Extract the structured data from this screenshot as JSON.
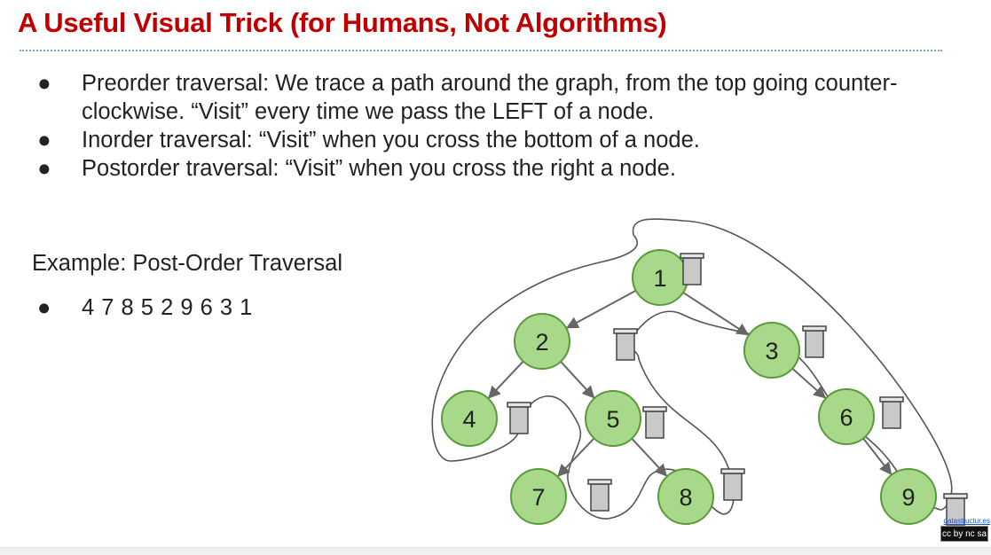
{
  "slide": {
    "title": "A Useful Visual Trick (for Humans, Not Algorithms)",
    "accent_color": "#c00000",
    "bullets": [
      "Preorder traversal: We trace a path around the graph, from the top going counter-clockwise. “Visit” every time we pass the LEFT of a node.",
      "Inorder traversal: “Visit” when you cross the bottom of a node.",
      "Postorder traversal: “Visit” when you cross the right a node."
    ],
    "bullet_glyph": "●",
    "example_heading": "Example: Post-Order Traversal",
    "example_sequence": "4 7 8 5 2 9 6 3 1"
  },
  "tree": {
    "node_fill": "#a8d88a",
    "node_stroke": "#5a9a3a",
    "marker_icon": "trash-can-icon",
    "nodes": [
      {
        "label": "1"
      },
      {
        "label": "2"
      },
      {
        "label": "3"
      },
      {
        "label": "4"
      },
      {
        "label": "5"
      },
      {
        "label": "6"
      },
      {
        "label": "7"
      },
      {
        "label": "8"
      },
      {
        "label": "9"
      }
    ]
  },
  "license": {
    "link_text": "datastructur.es",
    "badge_text": "cc by nc sa"
  }
}
